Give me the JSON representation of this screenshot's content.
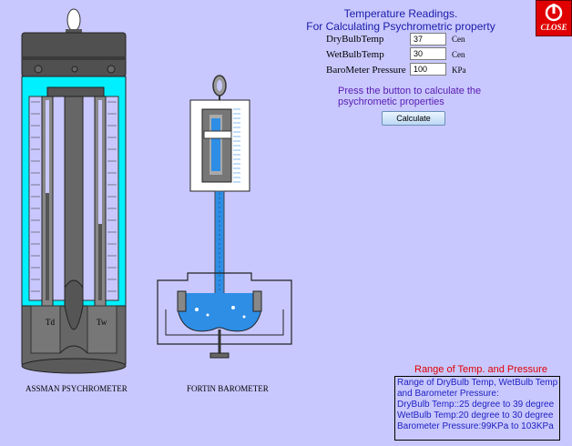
{
  "header": {
    "title_line1": "Temperature Readings.",
    "title_line2": "For Calculating Psychrometric property"
  },
  "form": {
    "drybulb_label": "DryBulbTemp",
    "drybulb_value": "37",
    "drybulb_unit": "Cen",
    "wetbulb_label": "WetBulbTemp",
    "wetbulb_value": "30",
    "wetbulb_unit": "Cen",
    "pressure_label": "BaroMeter Pressure",
    "pressure_value": "100",
    "pressure_unit": "KPa"
  },
  "instruction": {
    "line1": "Press the button to calculate the",
    "line2": "psychrometic properties"
  },
  "calculate_label": "Calculate",
  "close_label": "CLOSE",
  "psychrometer": {
    "caption": "ASSMAN PSYCHROMETER",
    "td_label": "Td",
    "tw_label": "Tw"
  },
  "barometer": {
    "caption": "FORTIN BAROMETER"
  },
  "range": {
    "title": "Range of Temp. and Pressure",
    "line1": "Range of DryBulb Temp, WetBulb Temp",
    "line2": "and Barometer Pressure:",
    "line3": "DryBulb Temp::25 degree to 39 degree",
    "line4": "WetBulb Temp:20 degree to 30 degree",
    "line5": "Barometer Pressure:99KPa to 103KPa"
  },
  "colors": {
    "background": "#c8c8ff",
    "title_text": "#1a1aa8",
    "mercury": "#2e8ee6",
    "cyan": "#00f0ff",
    "close_bg": "#e00000"
  }
}
